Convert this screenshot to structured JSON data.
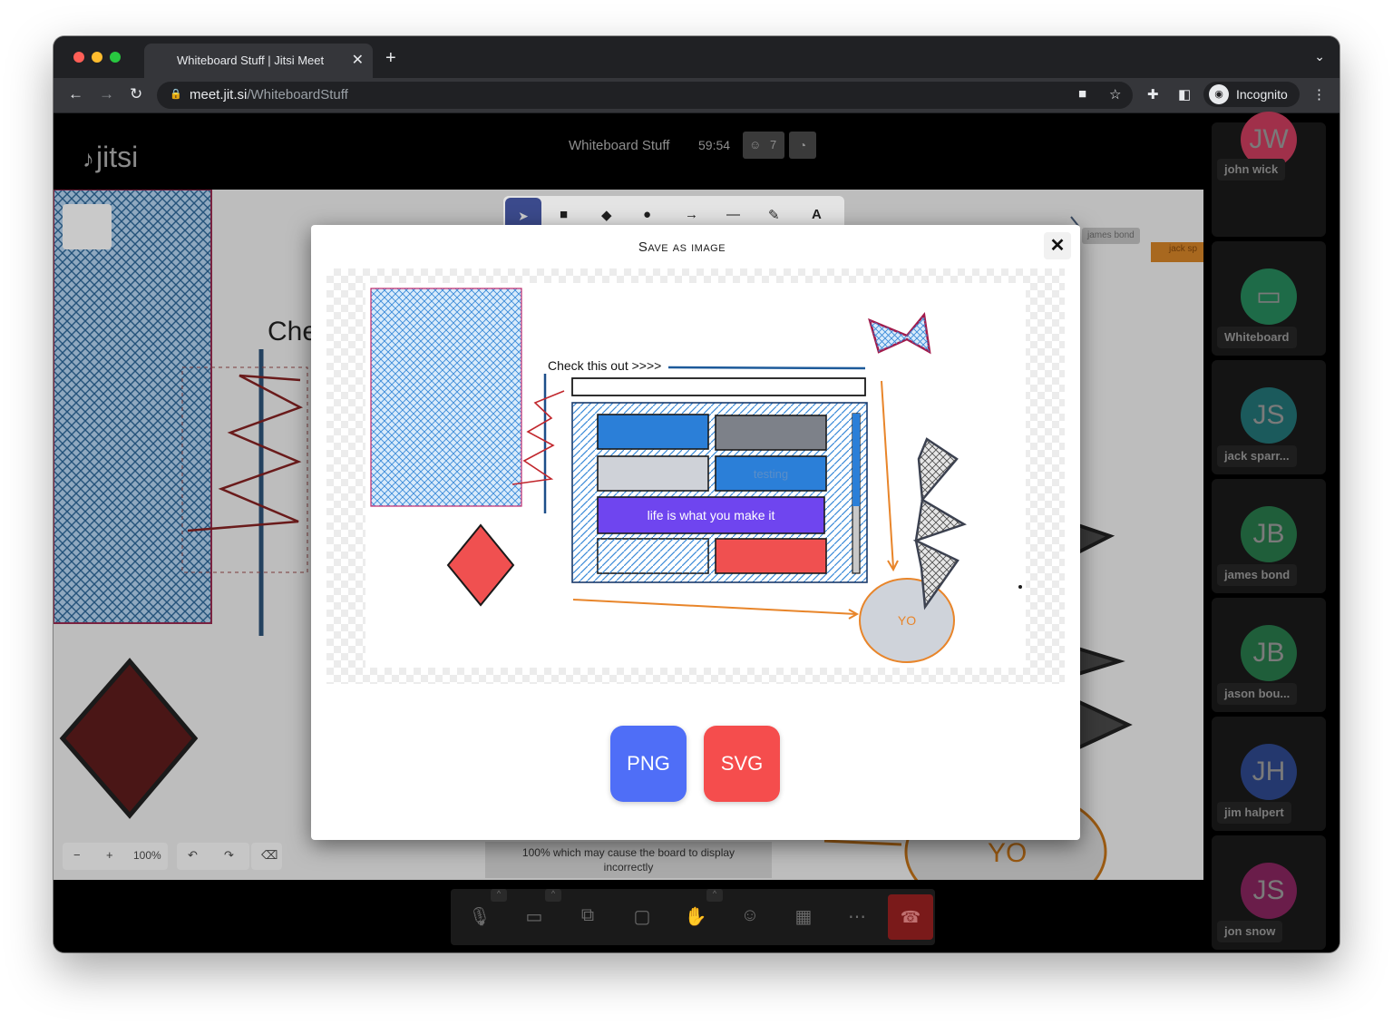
{
  "browser": {
    "tab_title": "Whiteboard Stuff | Jitsi Meet",
    "url_host": "meet.jit.si",
    "url_path": "/WhiteboardStuff",
    "profile_label": "Incognito"
  },
  "meeting": {
    "logo_text": "jitsi",
    "title": "Whiteboard Stuff",
    "timer": "59:54",
    "participant_count": "7"
  },
  "whiteboard_bg": {
    "partial_text": "Che",
    "zoom_label": "100%",
    "notice_text": "100% which may cause the board to display incorrectly",
    "yo_text": "YO",
    "cursor_label_1": "james bond",
    "cursor_label_2": "jack sp"
  },
  "dialog": {
    "title": "Save as image",
    "png_label": "PNG",
    "svg_label": "SVG",
    "preview": {
      "caption": "Check this out >>>>",
      "testing_text": "testing",
      "purple_text": "life is what you make it",
      "yo_text": "YO"
    }
  },
  "participants": [
    {
      "initials": "JW",
      "name": "john wick",
      "color": "#a0304a"
    },
    {
      "initials": "",
      "name": "Whiteboard",
      "color": "#1e6b48"
    },
    {
      "initials": "JS",
      "name": "jack sparr...",
      "color": "#1b5a5c"
    },
    {
      "initials": "JB",
      "name": "james bond",
      "color": "#1f5e3a"
    },
    {
      "initials": "JB",
      "name": "jason bou...",
      "color": "#1f5e3a"
    },
    {
      "initials": "JH",
      "name": "jim halpert",
      "color": "#24386e"
    },
    {
      "initials": "JS",
      "name": "jon snow",
      "color": "#6a1d4a"
    }
  ],
  "colors": {
    "png_button": "#4f6ef7",
    "svg_button": "#f54d4d",
    "hangup": "#7a1a1a"
  }
}
